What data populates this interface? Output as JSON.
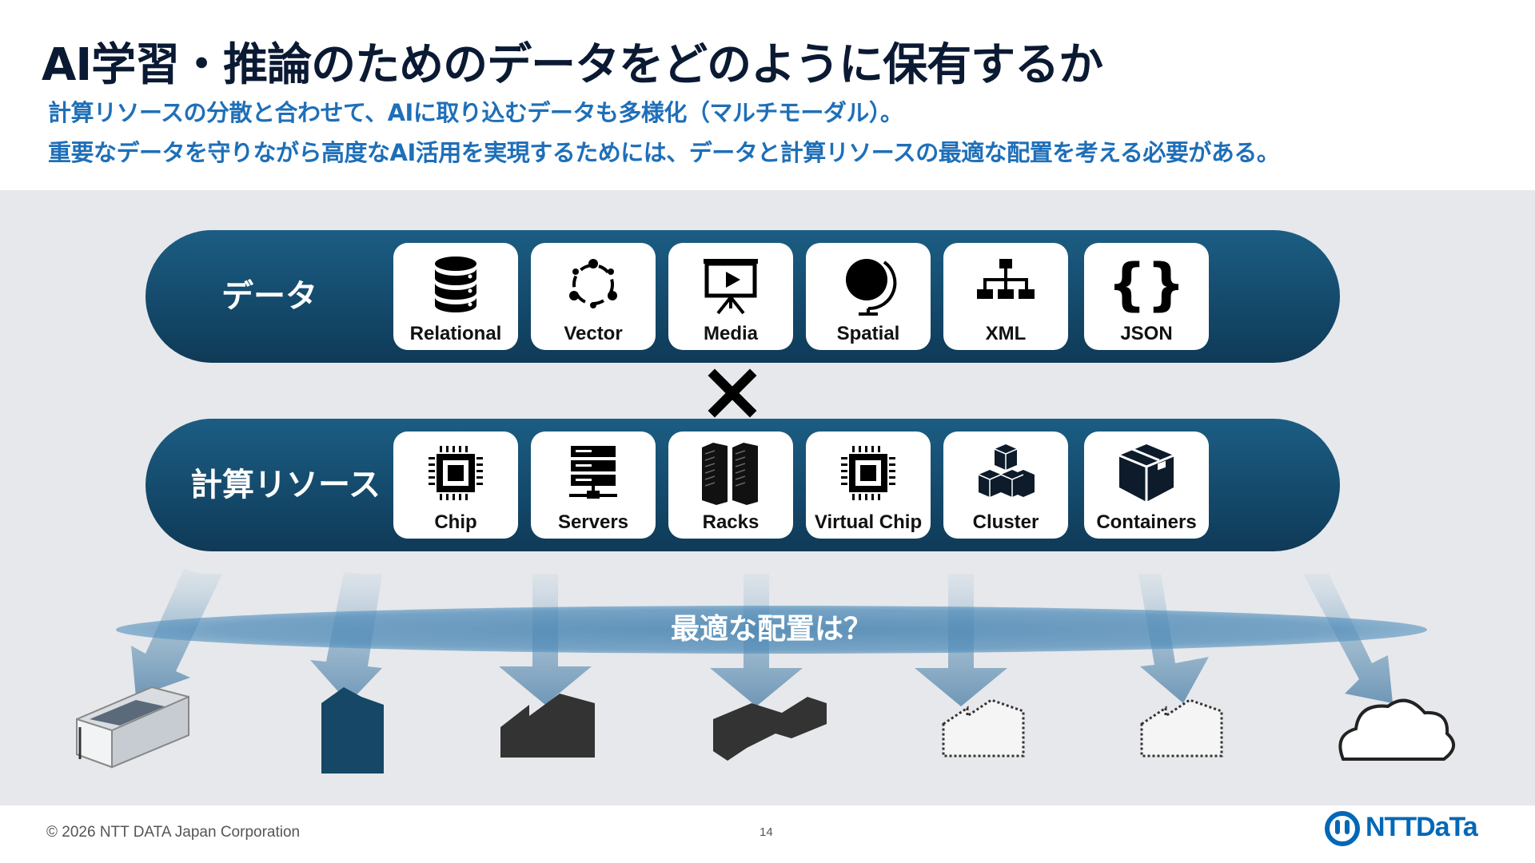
{
  "title": "AI学習・推論のためのデータをどのように保有するか",
  "subtitle_lines": [
    "計算リソースの分散と合わせて、AIに取り込むデータも多様化（マルチモーダル）。",
    "重要なデータを守りながら高度なAI活用を実現するためには、データと計算リソースの最適な配置を考える必要がある。"
  ],
  "data_row": {
    "label": "データ",
    "items": [
      {
        "label": "Relational",
        "icon": "database-icon"
      },
      {
        "label": "Vector",
        "icon": "vector-cycle-icon"
      },
      {
        "label": "Media",
        "icon": "presentation-play-icon"
      },
      {
        "label": "Spatial",
        "icon": "globe-icon"
      },
      {
        "label": "XML",
        "icon": "hierarchy-icon"
      },
      {
        "label": "JSON",
        "icon": "curly-braces-icon"
      }
    ]
  },
  "operator": "×",
  "compute_row": {
    "label": "計算リソース",
    "items": [
      {
        "label": "Chip",
        "icon": "chip-icon"
      },
      {
        "label": "Servers",
        "icon": "server-stack-icon"
      },
      {
        "label": "Racks",
        "icon": "rack-icon"
      },
      {
        "label": "Virtual Chip",
        "icon": "chip-icon"
      },
      {
        "label": "Cluster",
        "icon": "cubes-icon"
      },
      {
        "label": "Containers",
        "icon": "box-icon"
      }
    ]
  },
  "placement_question": "最適な配置は？",
  "destinations": [
    "container-datacenter-image",
    "building-icon",
    "factory-icon",
    "factory-large-icon",
    "dotted-factory-icon",
    "dotted-factory-icon",
    "cloud-icon"
  ],
  "colors": {
    "title": "#0b1a33",
    "subtitle": "#1e6fb8",
    "pill": "#154c6e",
    "logo": "#0068b7"
  },
  "footer": {
    "copyright": "© 2026 NTT DATA Japan Corporation",
    "page_number": "14",
    "logo_text": "NTTDaTa"
  }
}
